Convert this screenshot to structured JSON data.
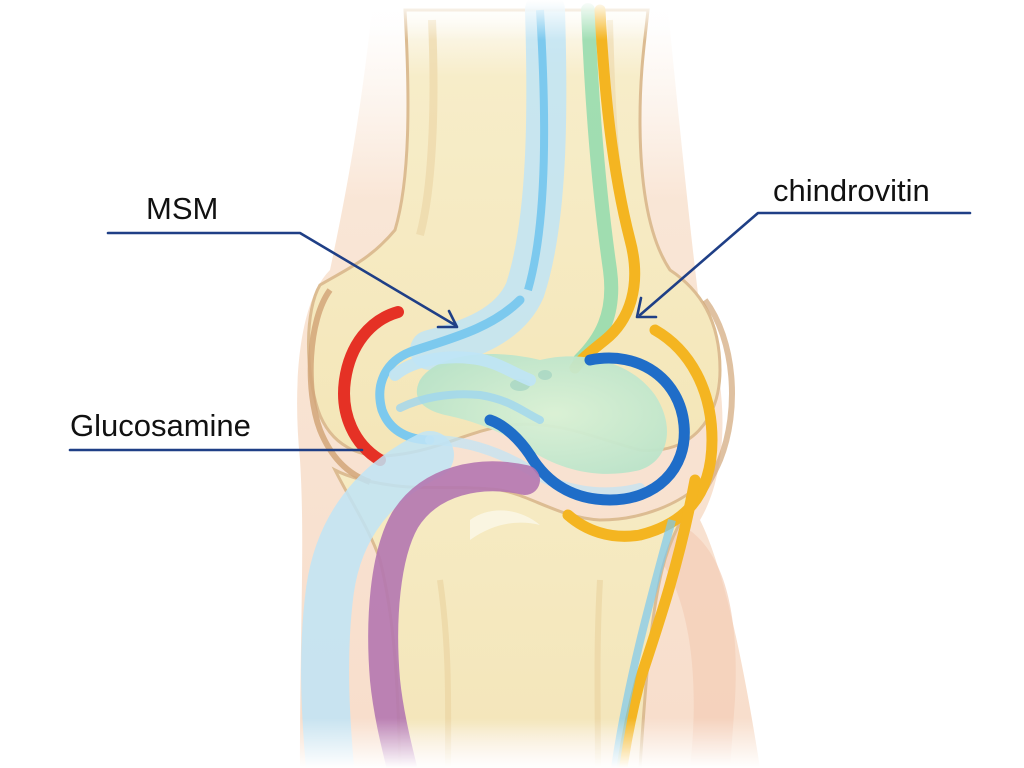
{
  "diagram": {
    "labels": {
      "msm": "MSM",
      "chondroitin": "chindrovitin",
      "glucosamine": "Glucosamine"
    },
    "colors": {
      "bone_fill": "#f6ecc4",
      "bone_shade": "#f0dfae",
      "bone_outline": "#d9b58a",
      "skin": "#f6d8c2",
      "cartilage_blue": "#7cc9ee",
      "light_blue": "#bfe4f6",
      "fluid_green": "#cdeccd",
      "mint_green": "#97dcae",
      "deep_blue": "#1f6dc8",
      "orange": "#f4b521",
      "red": "#e53125",
      "purple": "#b477b0",
      "leader_line": "#1f3f86"
    }
  }
}
